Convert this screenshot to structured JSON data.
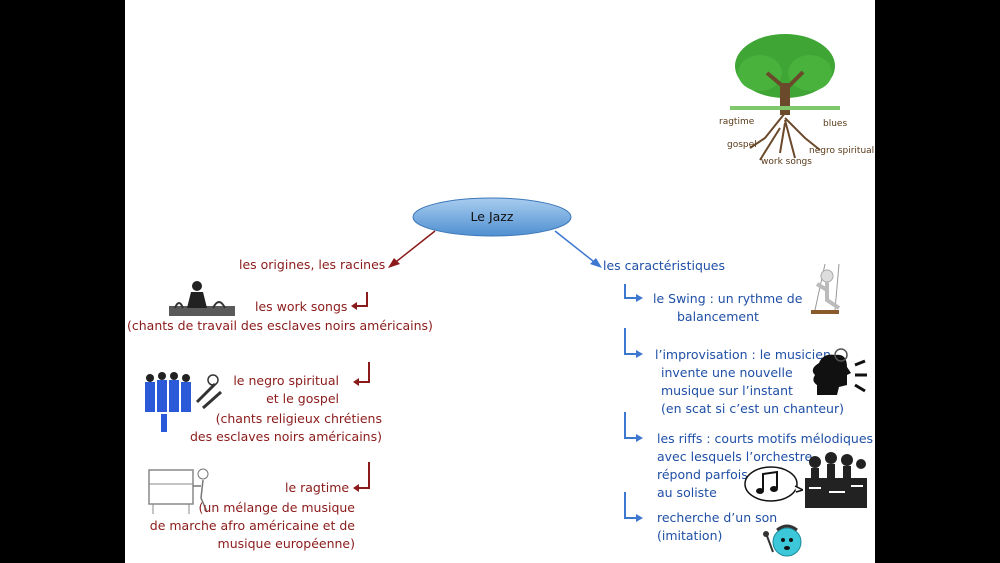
{
  "center": {
    "label": "Le Jazz"
  },
  "tree": {
    "labels": [
      "ragtime",
      "blues",
      "gospel",
      "negro spiritual",
      "work songs"
    ]
  },
  "left": {
    "title": "les origines, les racines",
    "items": [
      {
        "label": "les work songs",
        "desc": "(chants de travail des esclaves noirs américains)"
      },
      {
        "label_lines": [
          "le negro spiritual",
          "et le gospel"
        ],
        "desc_lines": [
          "(chants religieux chrétiens",
          "des esclaves noirs américains)"
        ]
      },
      {
        "label": "le ragtime",
        "desc_lines": [
          "(un mélange de musique",
          "de marche afro américaine et de",
          "musique européenne)"
        ]
      }
    ]
  },
  "right": {
    "title": "les caractéristiques",
    "items": [
      {
        "lines": [
          "le Swing : un rythme de",
          "balancement"
        ]
      },
      {
        "lines": [
          "l’improvisation : le musicien",
          "invente une nouvelle",
          "musique sur l’instant",
          "(en scat si c’est un chanteur)"
        ]
      },
      {
        "lines": [
          "les riffs : courts motifs mélodiques",
          "avec lesquels l’orchestre",
          "répond parfois",
          "au soliste"
        ]
      },
      {
        "lines": [
          "recherche d’un son",
          "(imitation)"
        ]
      }
    ]
  },
  "colors": {
    "left_text": "#8b1a1a",
    "right_text": "#1f4fa6",
    "bubble": "#5b9bd5",
    "tree_leaves": "#3fa535",
    "tree_trunk": "#6b4a2b"
  }
}
